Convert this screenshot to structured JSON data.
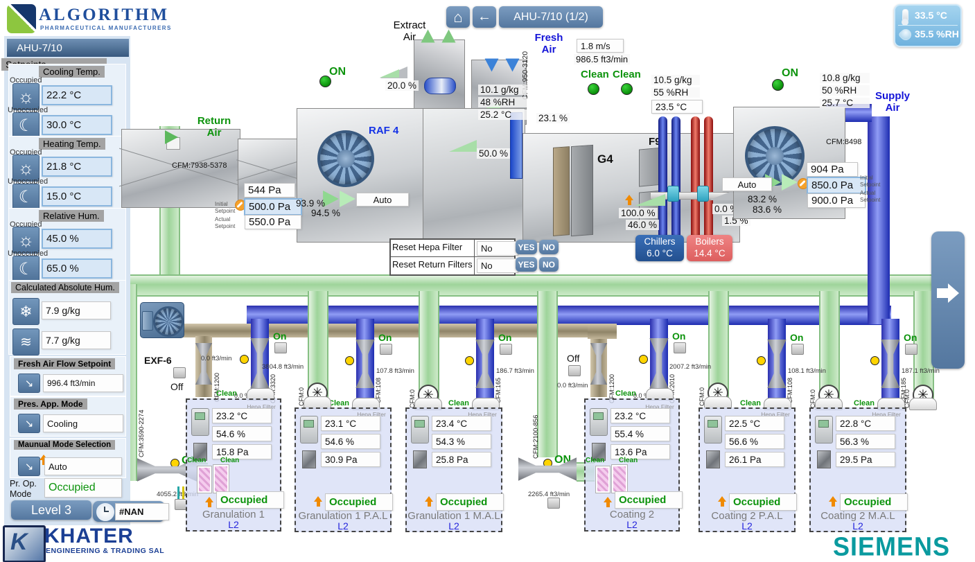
{
  "brand": {
    "algorithm_title": "ALGORITHM",
    "algorithm_subtitle": "PHARMACEUTICAL MANUFACTURERS",
    "khater_title": "KHATER",
    "khater_subtitle": "ENGINEERING & TRADING SAL",
    "siemens": "SIEMENS"
  },
  "topbar": {
    "title": "AHU-7/10 (1/2)"
  },
  "outdoor": {
    "temp": "33.5 °C",
    "rh": "35.5 %RH"
  },
  "sidebar": {
    "header": "AHU-7/10",
    "section": "Setpoints",
    "occupied_label": "Occupied",
    "unoccupied_label": "Unoccupied",
    "cooling": {
      "label": "Cooling Temp.",
      "occupied": "22.2 °C",
      "unoccupied": "30.0 °C"
    },
    "heating": {
      "label": "Heating Temp.",
      "occupied": "21.8 °C",
      "unoccupied": "15.0 °C"
    },
    "humidity": {
      "label": "Relative Hum.",
      "occupied": "45.0 %",
      "unoccupied": "65.0 %"
    },
    "abs_hum": {
      "label": "Calculated Absolute Hum.",
      "low": "7.9 g/kg",
      "high": "7.7 g/kg"
    },
    "fresh_air": {
      "label": "Fresh Air Flow Setpoint",
      "value": "996.4 ft3/min"
    },
    "pres_mode": {
      "label": "Pres. App. Mode",
      "value": "Cooling"
    },
    "manual_mode": {
      "label": "Maunual Mode Selection",
      "value": "Auto"
    },
    "pr_op_mode": {
      "label": "Pr. Op. Mode",
      "value": "Occupied"
    },
    "level_button": "Level 3",
    "time_value": "#NAN"
  },
  "ahu": {
    "extract_air": "Extract Air",
    "extract_damper": "20.0 %",
    "return_air": "Return Air",
    "return_cfm": "CFM:7938-5378",
    "return_fan_name": "RAF 4",
    "return_fan_state": "ON",
    "supply_fan_state": "ON",
    "fresh_air": "Fresh Air",
    "fresh_cfm": "CFM:950-3120",
    "fresh_velocity": "1.8 m/s",
    "fresh_flow": "986.5 ft3/min",
    "fresh_damper": "23.1 %",
    "recirc_damper": "50.0 %",
    "mixed": {
      "gkg": "10.1 g/kg",
      "rh": "48 %RH",
      "temp": "25.2 °C"
    },
    "prefilter_status": [
      "Clean",
      "Clean"
    ],
    "mid": {
      "gkg": "10.5 g/kg",
      "rh": "55 %RH",
      "temp": "23.5 °C"
    },
    "filter_g4": "G4",
    "filter_f9": "F9",
    "supply": {
      "gkg": "10.8 g/kg",
      "rh": "50 %RH",
      "temp": "25.7 °C"
    },
    "supply_air": "Supply Air",
    "supply_cfm": "CFM:8498",
    "initial_setpoint_label": "Initial Setpoint",
    "actual_setpoint_label": "Actual Setpoint",
    "return_pressure": {
      "current": "544 Pa",
      "initial": "500.0 Pa",
      "actual": "550.0 Pa"
    },
    "return_fan_speed": "93.9 %",
    "return_fan_feedback": "94.5 %",
    "return_fan_mode": "Auto",
    "supply_pressure": {
      "current": "904 Pa",
      "initial": "850.0 Pa",
      "actual": "900.0 Pa"
    },
    "supply_fan_speed": "83.2 %",
    "supply_fan_feedback": "83.6 %",
    "supply_fan_mode": "Auto",
    "chiller": {
      "label": "Chillers",
      "temp": "6.0 °C",
      "valve": "100.0 %",
      "feedback": "46.0 %"
    },
    "boiler": {
      "label": "Boilers",
      "temp": "14.4 °C",
      "valve": "0.0 %",
      "feedback": "1.5 %"
    },
    "reset": {
      "rows": [
        {
          "label": "Reset Hepa Filter",
          "value": "No"
        },
        {
          "label": "Reset Return Filters",
          "value": "No"
        }
      ],
      "yes": "YES",
      "no": "NO"
    }
  },
  "exhaust": {
    "exf_label": "EXF-6",
    "fan1": {
      "state": "ON",
      "flow": "4055.2 ft3/min",
      "cfm": "CFM:3590-2274"
    },
    "fan2": {
      "state": "ON",
      "flow": "2265.4 ft3/min",
      "cfm": "CFM:2100-856"
    }
  },
  "green_riser_cfm": "CFM:0",
  "zones": [
    {
      "name": "Granulation 1",
      "level": "L2",
      "temp": "23.2 °C",
      "rh": "54.6 %",
      "dp": "15.8 Pa",
      "occupancy": "Occupied",
      "hepa_label": "Hepa Filter H14",
      "clean": "Clean",
      "supply_damper": "0.0 %",
      "supply": {
        "state": "On",
        "flow": "3804.8 ft3/min",
        "cfm": "CFM:3320"
      },
      "extract": {
        "state": "Off",
        "flow": "0.0 ft3/min",
        "cfm": "CFM:1200"
      }
    },
    {
      "name": "Granulation 1 P.A.L",
      "level": "L2",
      "temp": "23.1 °C",
      "rh": "54.6 %",
      "dp": "30.9 Pa",
      "occupancy": "Occupied",
      "hepa_label": "Hepa Filter H14",
      "clean": "Clean",
      "supply": {
        "state": "On",
        "flow": "107.8 ft3/min",
        "cfm": "CFM:108"
      }
    },
    {
      "name": "Granulation 1 M.A.L",
      "level": "L2",
      "temp": "23.4 °C",
      "rh": "54.3 %",
      "dp": "25.8 Pa",
      "occupancy": "Occupied",
      "hepa_label": "Hepa Filter H14",
      "clean": "Clean",
      "supply": {
        "state": "On",
        "flow": "186.7 ft3/min",
        "cfm": "CFM:165"
      }
    },
    {
      "name": "Coating 2",
      "level": "L2",
      "temp": "23.2 °C",
      "rh": "55.4 %",
      "dp": "13.6 Pa",
      "occupancy": "Occupied",
      "hepa_label": "Hepa Filter H14",
      "clean": "Clean",
      "supply_damper": "0.0 %",
      "supply": {
        "state": "On",
        "flow": "2007.2 ft3/min",
        "cfm": "CFM:2010"
      },
      "extract": {
        "state": "Off",
        "flow": "0.0 ft3/min",
        "cfm": "CFM:1200"
      }
    },
    {
      "name": "Coating 2 P.A.L",
      "level": "L2",
      "temp": "22.5 °C",
      "rh": "56.6 %",
      "dp": "26.1 Pa",
      "occupancy": "Occupied",
      "hepa_label": "Hepa Filter H14",
      "clean": "Clean",
      "supply": {
        "state": "On",
        "flow": "108.1 ft3/min",
        "cfm": "CFM:108"
      }
    },
    {
      "name": "Coating 2 M.A.L",
      "level": "L2",
      "temp": "22.8 °C",
      "rh": "56.3 %",
      "dp": "29.5 Pa",
      "occupancy": "Occupied",
      "hepa_label": "Hepa Filter H14",
      "clean": "Clean",
      "supply": {
        "state": "On",
        "flow": "187.1 ft3/min",
        "cfm": "CFM:185"
      }
    }
  ]
}
